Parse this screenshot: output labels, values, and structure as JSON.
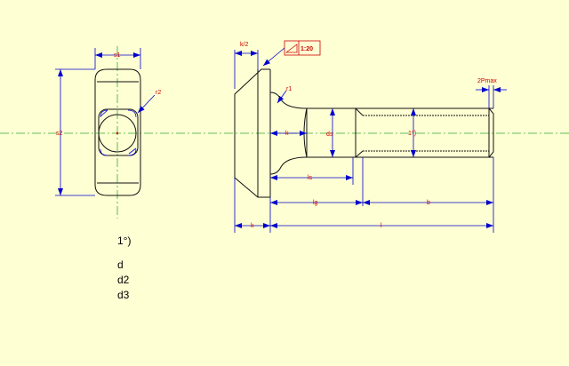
{
  "dimensions": {
    "s1": "s1",
    "s2": "s2",
    "r2": "r2",
    "k_half": "k/2",
    "taper": "1:20",
    "r1": "r1",
    "k_inner": "k",
    "ds": "ds",
    "d_footnote": "1°)",
    "p_max": "2Pmax",
    "ls": "ls",
    "lg": "lg",
    "b": "b",
    "k_bottom": "k",
    "l": "l"
  },
  "notes": {
    "footnote": "1°)",
    "d": "d",
    "d2": "d2",
    "d3": "d3"
  },
  "colors": {
    "background": "#ffffd4",
    "dimension_lines": "#0000cc",
    "dimension_text": "#cc0000",
    "center_lines": "#33aa33",
    "outline": "#111111"
  }
}
